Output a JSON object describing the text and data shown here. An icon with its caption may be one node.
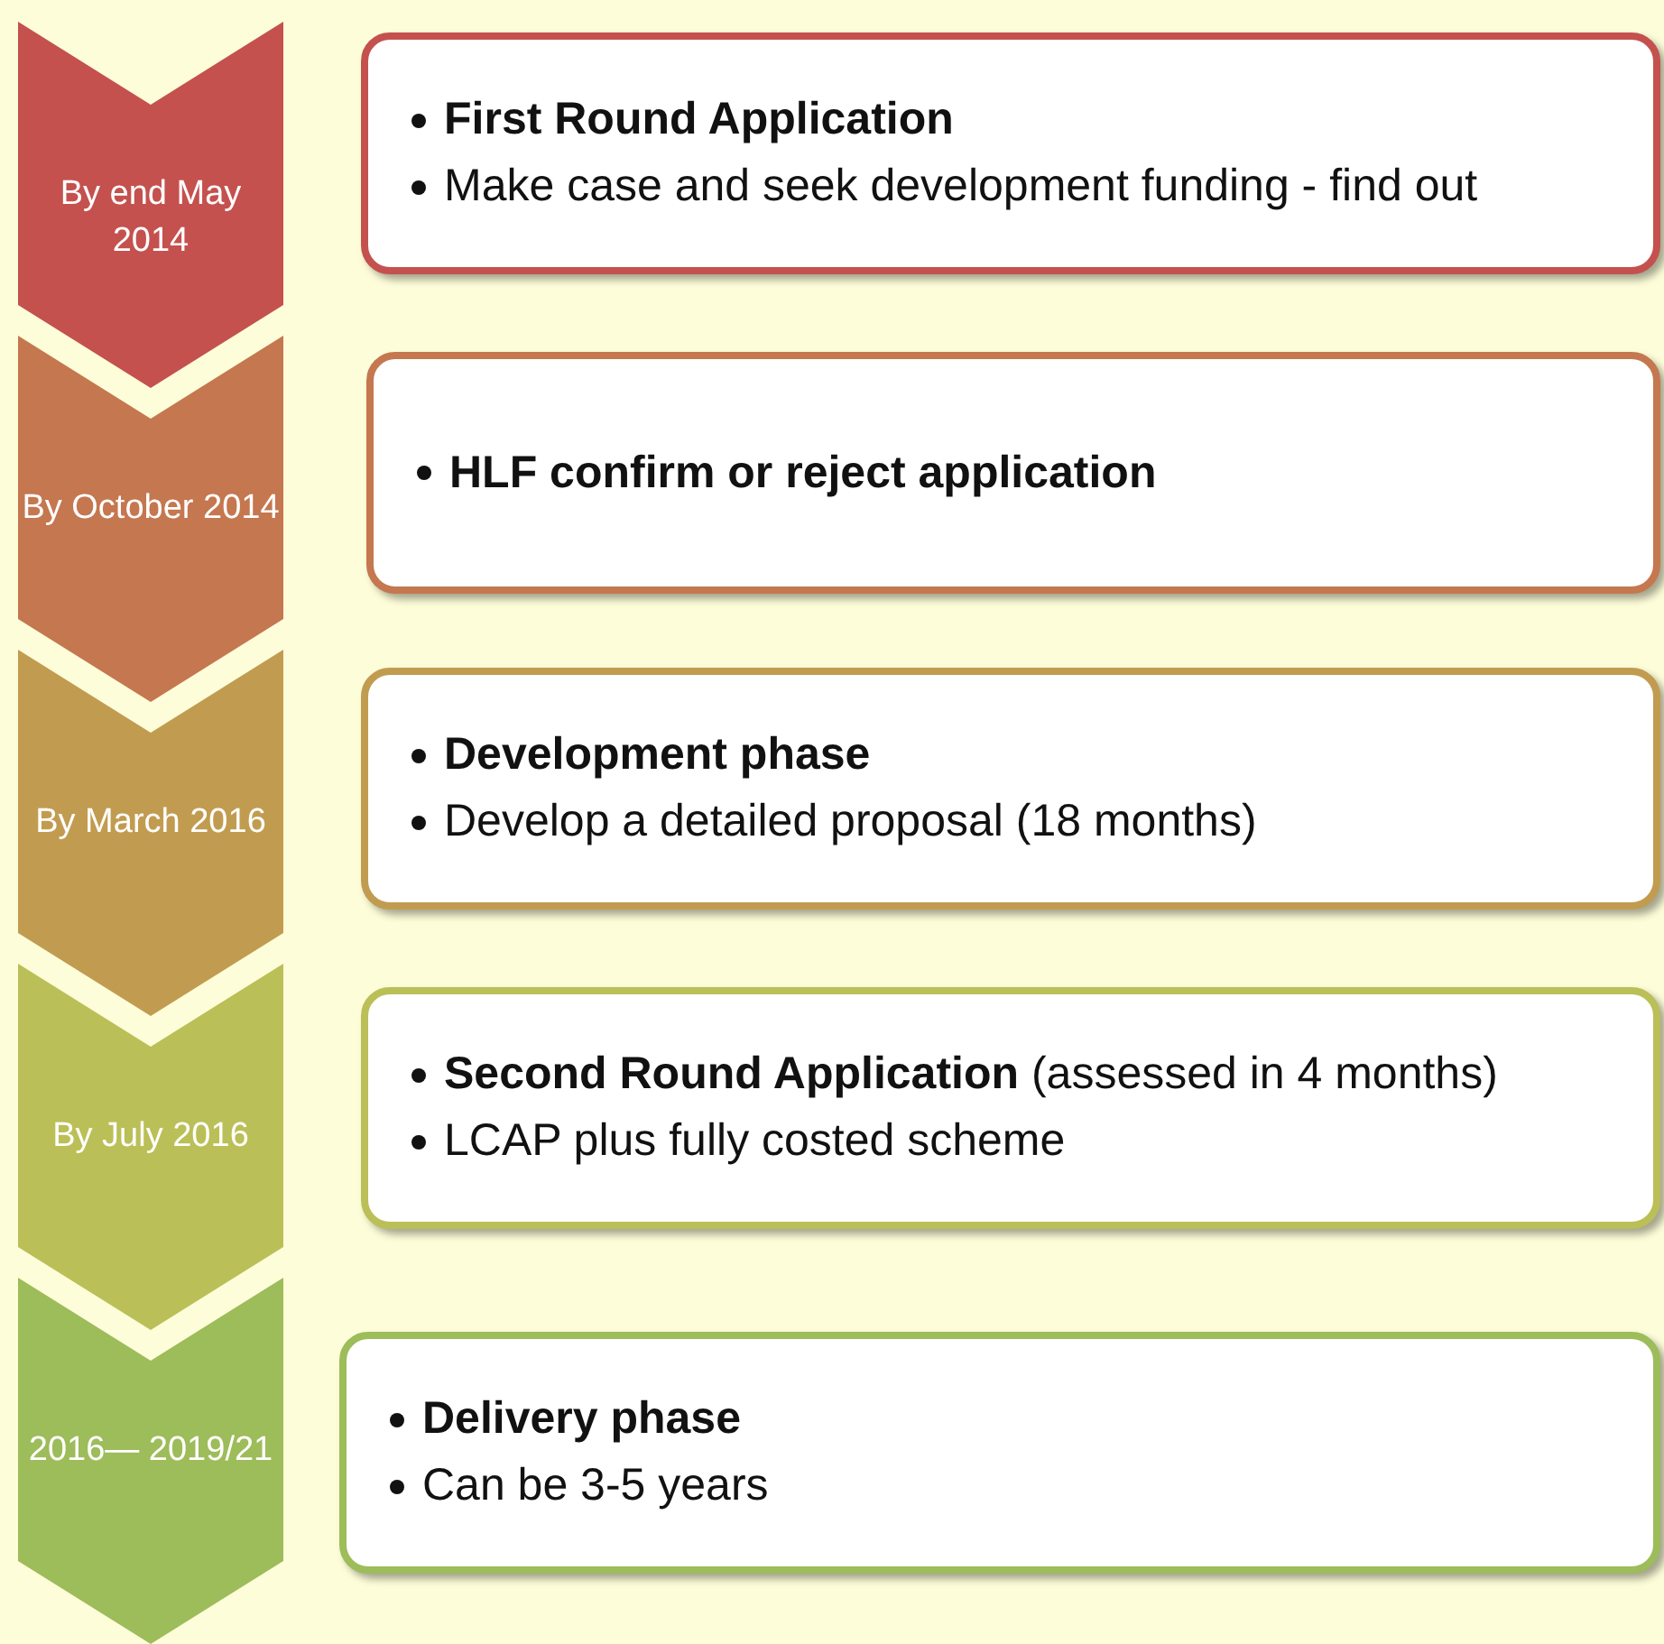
{
  "diagram": {
    "nodes": [
      {
        "text": [
          "By end May 2014"
        ]
      },
      {
        "text": [
          "**First Round Application**",
          "Make case and seek development funding - find out"
        ]
      },
      {
        "text": [
          "By October 2014"
        ]
      },
      {
        "text": [
          "**HLF confirm or reject application**"
        ]
      },
      {
        "text": [
          "By March 2016"
        ]
      },
      {
        "text": [
          "**Development phase**",
          "Develop a detailed proposal (18 months)"
        ]
      },
      {
        "text": [
          "By July  2016"
        ]
      },
      {
        "text": [
          "**Second Round Application** (assessed in 4 months)",
          "LCAP plus fully costed scheme"
        ]
      },
      {
        "text": [
          "2016— 2019/21"
        ]
      },
      {
        "text": [
          "**Delivery phase**",
          "Can be 3-5 years"
        ]
      }
    ]
  }
}
